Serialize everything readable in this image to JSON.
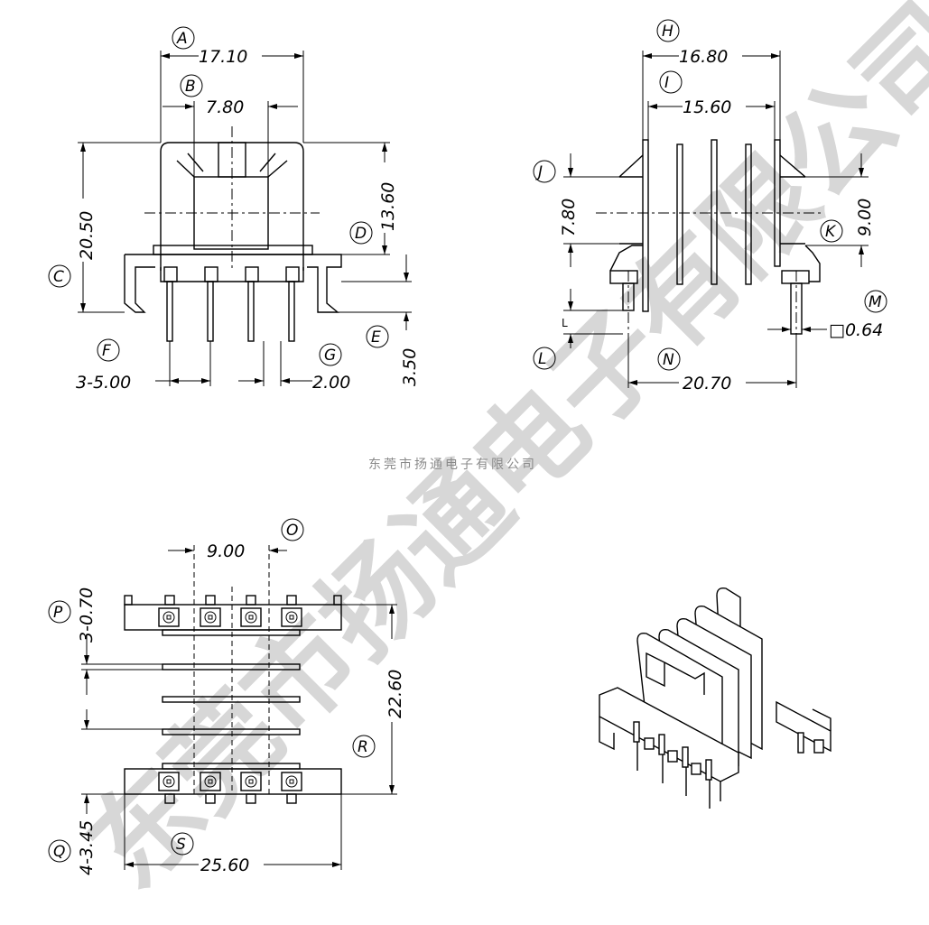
{
  "watermark": {
    "main": "东莞市扬通电子有限公司",
    "caption": "东莞市扬通电子有限公司"
  },
  "front_view": {
    "width": "17.10",
    "inner_width": "7.80",
    "height": "20.50",
    "core_height": "13.60",
    "pin_length": "3.50",
    "pin_pitch": "3-5.00",
    "pin_gap": "2.00",
    "tags": {
      "A": "A",
      "B": "B",
      "C": "C",
      "D": "D",
      "E": "E",
      "F": "F",
      "G": "G"
    }
  },
  "side_view": {
    "width": "16.80",
    "flange_width": "15.60",
    "window_height": "7.80",
    "flange_height": "9.00",
    "pin_size": "□0.64",
    "pin_span": "20.70",
    "l_label": "L",
    "tags": {
      "H": "H",
      "I": "I",
      "J": "J",
      "K": "K",
      "L": "L",
      "M": "M",
      "N": "N"
    }
  },
  "top_view": {
    "pin_row_pitch": "9.00",
    "slot_width": "3-0.70",
    "depth": "22.60",
    "pad_size": "4-3.45",
    "width": "25.60",
    "tags": {
      "O": "O",
      "P": "P",
      "Q": "Q",
      "R": "R",
      "S": "S"
    }
  }
}
